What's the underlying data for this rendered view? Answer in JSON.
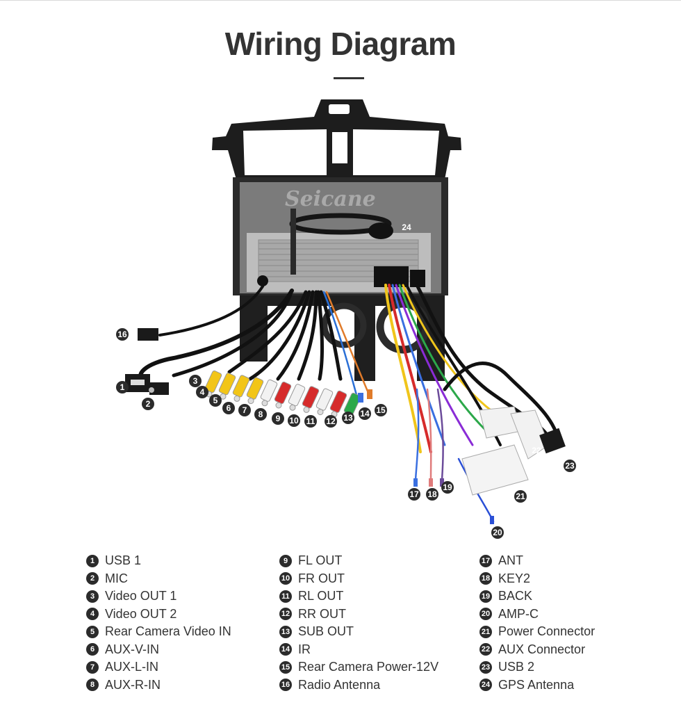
{
  "title": "Wiring Diagram",
  "watermark": "Seicane",
  "colors": {
    "badge": "#2b2b2b",
    "title": "#333333",
    "frame": "#1c1c1c"
  },
  "legend": [
    {
      "num": "1",
      "label": "USB 1"
    },
    {
      "num": "2",
      "label": "MIC"
    },
    {
      "num": "3",
      "label": "Video OUT 1"
    },
    {
      "num": "4",
      "label": "Video OUT 2"
    },
    {
      "num": "5",
      "label": "Rear Camera Video IN"
    },
    {
      "num": "6",
      "label": "AUX-V-IN"
    },
    {
      "num": "7",
      "label": "AUX-L-IN"
    },
    {
      "num": "8",
      "label": "AUX-R-IN"
    },
    {
      "num": "9",
      "label": "FL OUT"
    },
    {
      "num": "10",
      "label": "FR OUT"
    },
    {
      "num": "11",
      "label": "RL OUT"
    },
    {
      "num": "12",
      "label": "RR OUT"
    },
    {
      "num": "13",
      "label": "SUB OUT"
    },
    {
      "num": "14",
      "label": "IR"
    },
    {
      "num": "15",
      "label": "Rear Camera Power-12V"
    },
    {
      "num": "16",
      "label": "Radio Antenna"
    },
    {
      "num": "17",
      "label": "ANT"
    },
    {
      "num": "18",
      "label": "KEY2"
    },
    {
      "num": "19",
      "label": "BACK"
    },
    {
      "num": "20",
      "label": "AMP-C"
    },
    {
      "num": "21",
      "label": "Power Connector"
    },
    {
      "num": "22",
      "label": "AUX Connector"
    },
    {
      "num": "23",
      "label": "USB 2"
    },
    {
      "num": "24",
      "label": "GPS Antenna"
    }
  ]
}
